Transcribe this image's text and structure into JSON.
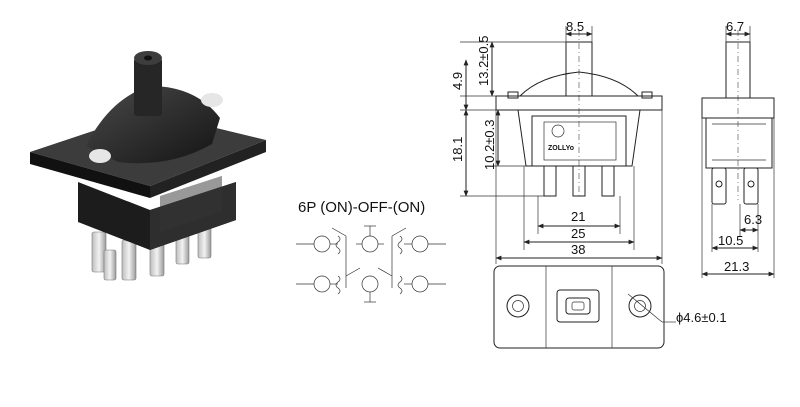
{
  "circuit": {
    "label": "6P  (ON)-OFF-(ON)"
  },
  "front_view": {
    "dims": {
      "top_width": "8.5",
      "cap_height": "13.2±0.5",
      "flange_height": "4.9",
      "body_height": "18.1",
      "body_inner": "10.2±0.3",
      "inner_width": "21",
      "body_width": "25",
      "total_width": "38"
    },
    "logo_text": "ZOLLYo"
  },
  "side_view": {
    "dims": {
      "top_width": "6.7",
      "pin_spacing": "6.3",
      "pin_span": "10.5",
      "body_depth": "21.3"
    }
  },
  "bottom_view": {
    "dims": {
      "hole_diameter": "ϕ4.6±0.1"
    }
  }
}
